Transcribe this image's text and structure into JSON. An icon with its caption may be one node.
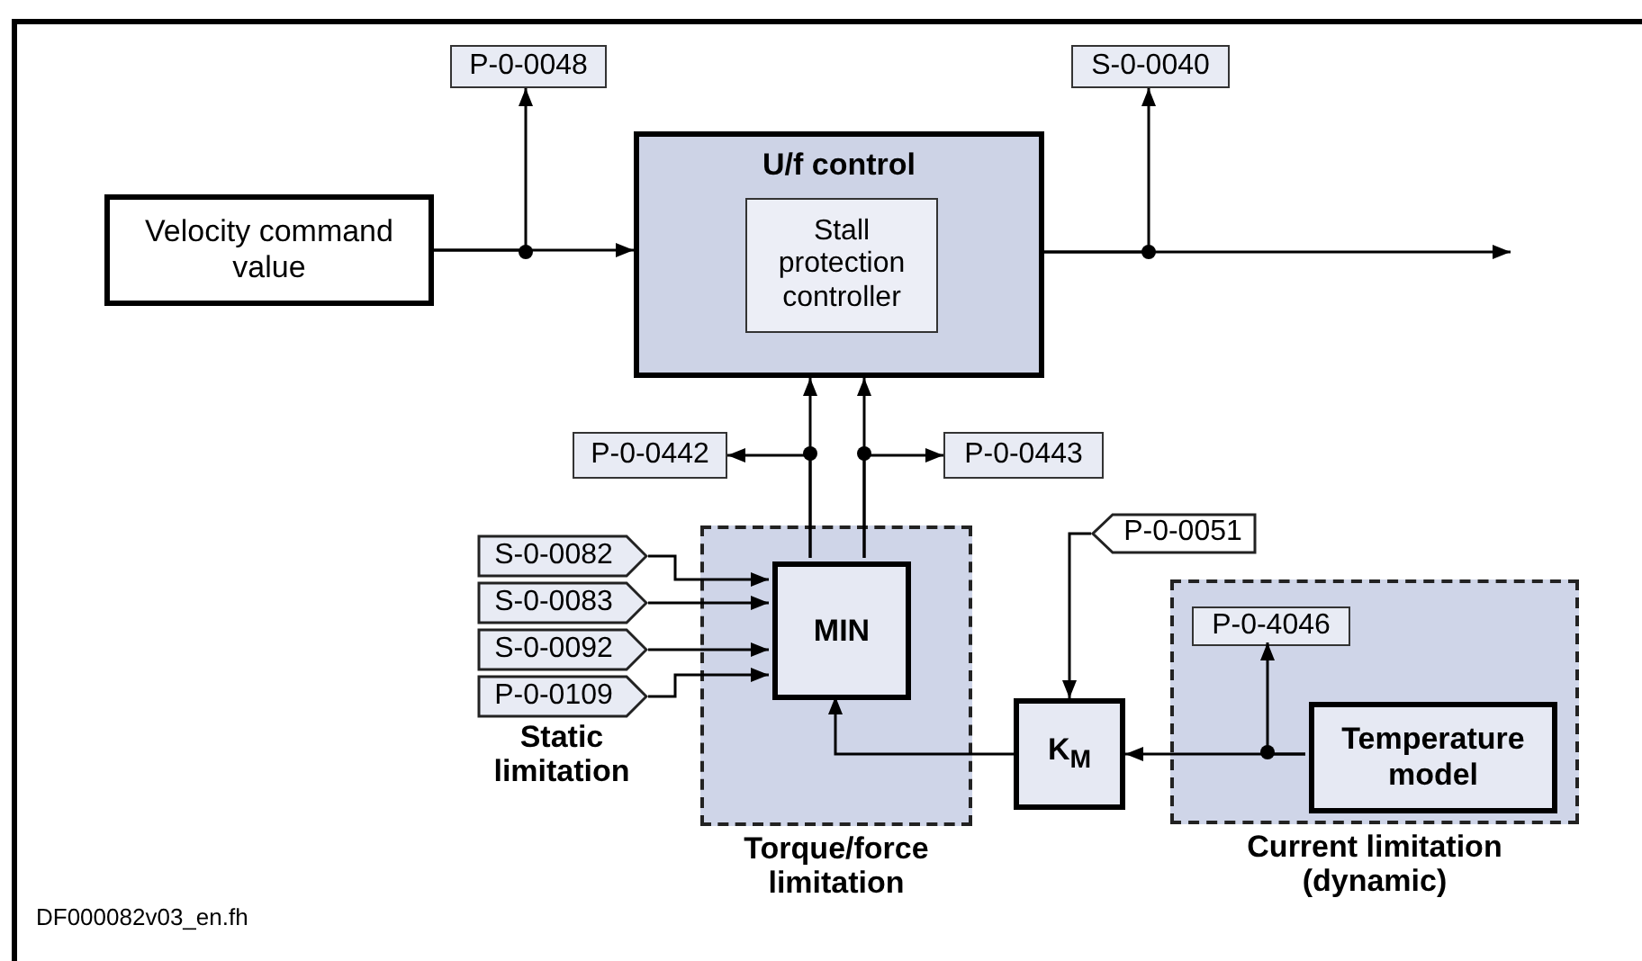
{
  "diagram": {
    "nodes": [
      {
        "text": [
          "P-0-0048"
        ]
      },
      {
        "text": [
          "S-0-0040"
        ]
      },
      {
        "text": [
          "Velocity command value"
        ]
      },
      {
        "text": [
          "U/f control"
        ]
      },
      {
        "text": [
          "Stall protection controller"
        ],
        "in": 3
      },
      {
        "text": [
          "P-0-0442"
        ]
      },
      {
        "text": [
          "P-0-0443"
        ]
      },
      {
        "text": [
          "P-0-0051"
        ]
      },
      {
        "text": [
          "S-0-0082"
        ]
      },
      {
        "text": [
          "S-0-0083"
        ]
      },
      {
        "text": [
          "S-0-0092"
        ]
      },
      {
        "text": [
          "P-0-0109"
        ]
      },
      {
        "text": [
          "Torque/force limitation"
        ]
      },
      {
        "text": [
          "MIN"
        ],
        "in": 12
      },
      {
        "text": [
          "Current limitation (dynamic)"
        ]
      },
      {
        "text": [
          "P-0-4046"
        ],
        "in": 14
      },
      {
        "text": [
          "**K**$_{M}$"
        ]
      },
      {
        "text": [
          "Temperature model"
        ],
        "in": 14
      }
    ],
    "edges": [
      {
        "from": 2,
        "to": 3,
        "arrow": "to"
      },
      {
        "from": 2,
        "to": 0,
        "arrow": "to"
      },
      {
        "from": 3,
        "to": 1,
        "arrow": "to"
      },
      {
        "from": 3,
        "to": null,
        "arrow": "to"
      },
      {
        "from": 13,
        "to": 3,
        "arrow": "to"
      },
      {
        "from": 13,
        "to": 5,
        "arrow": "to"
      },
      {
        "from": 13,
        "to": 3,
        "arrow": "to"
      },
      {
        "from": 13,
        "to": 6,
        "arrow": "to"
      },
      {
        "from": 8,
        "to": 13,
        "arrow": "to"
      },
      {
        "from": 9,
        "to": 13,
        "arrow": "to"
      },
      {
        "from": 10,
        "to": 13,
        "arrow": "to"
      },
      {
        "from": 11,
        "to": 13,
        "arrow": "to"
      },
      {
        "from": 7,
        "to": 16,
        "arrow": "to"
      },
      {
        "from": 17,
        "to": 16,
        "arrow": "to"
      },
      {
        "from": 17,
        "to": 15,
        "arrow": "to"
      },
      {
        "from": 16,
        "to": 13,
        "arrow": "to"
      }
    ],
    "labels": [
      "Static limitation",
      "DF000082v03_en.fh"
    ]
  }
}
